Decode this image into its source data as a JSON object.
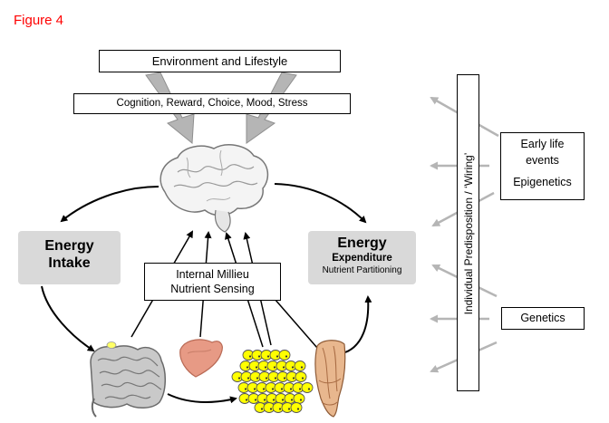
{
  "figure_label": "Figure 4",
  "colors": {
    "figure_label": "#ff0000",
    "gray_box": "#d9d9d9",
    "arrow_gray": "#b5b5b5",
    "adipose": "#ffff00",
    "liver": "#e79a85"
  },
  "boxes": {
    "environment": "Environment and Lifestyle",
    "cognition": "Cognition, Reward, Choice, Mood, Stress",
    "internal_milieu": {
      "line1": "Internal Millieu",
      "line2": "Nutrient Sensing"
    },
    "energy_intake": {
      "line1": "Energy",
      "line2": "Intake"
    },
    "energy_expenditure": {
      "line1": "Energy",
      "line2": "Expenditure",
      "line3": "Nutrient Partitioning"
    },
    "predisposition": "Individual Predisposition / ‘Wiring’",
    "early_life": {
      "line1": "Early life",
      "line2": "events",
      "line3": "Epigenetics"
    },
    "genetics": "Genetics"
  },
  "icons": [
    "brain-icon",
    "intestine-icon",
    "liver-icon",
    "adipose-icon",
    "muscle-icon"
  ]
}
